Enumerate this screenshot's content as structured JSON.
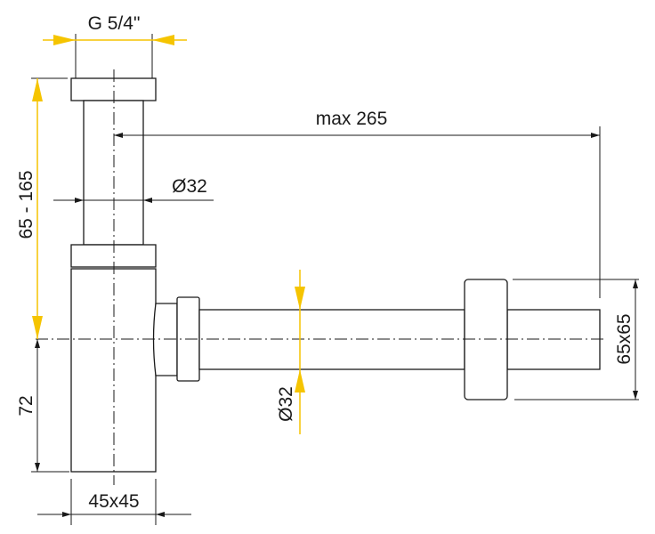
{
  "labels": {
    "thread": "G 5/4\"",
    "max_length": "max 265",
    "upper_diameter": "Ø32",
    "height_range": "65 - 165",
    "outlet_height": "72",
    "pipe_diameter": "Ø32",
    "wall_flange": "65x65",
    "body_size": "45x45"
  },
  "colors": {
    "line": "#1a1a1a",
    "highlight_dimension": "#f5c400"
  }
}
